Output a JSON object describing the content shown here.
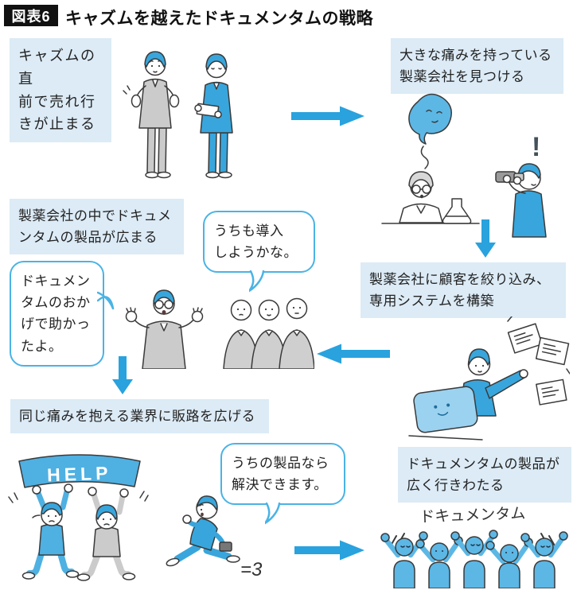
{
  "header": {
    "tag": "図表6",
    "title": "キャズムを越えたドキュメンタムの戦略"
  },
  "steps": [
    {
      "label": "キャズムの直\n前で売れ行\nきが止まる"
    },
    {
      "label": "大きな痛みを持っている\n製薬会社を見つける"
    },
    {
      "label": "製薬会社に顧客を絞り込み、\n専用システムを構築"
    },
    {
      "label": "製薬会社の中でドキュメ\nンタムの製品が広まる"
    },
    {
      "label": "同じ痛みを抱える業界に販路を広げる"
    },
    {
      "label": "ドキュメンタムの製品が\n広く行きわたる"
    }
  ],
  "bubbles": [
    {
      "text": "うちも導入\nしようかな。"
    },
    {
      "text": "ドキュメン\nタムのおか\nげで助かっ\nたよ。"
    },
    {
      "text": "うちの製品なら\n解決できます。"
    }
  ],
  "illustrations": {
    "help_banner_text": "HELP",
    "crowd_cheer_text": "ドキュメンタム",
    "run_dash_text": "=3",
    "exclamation_text": "!"
  },
  "colors": {
    "tag_bg": "#111111",
    "text_color": "#222222",
    "box_bg": "#DCEBF6",
    "arrow_blue": "#29A2DE",
    "bubble_border": "#4AB3E5",
    "illustration_blue": "#38A6DC",
    "illustration_light_blue": "#5CB7E5"
  }
}
